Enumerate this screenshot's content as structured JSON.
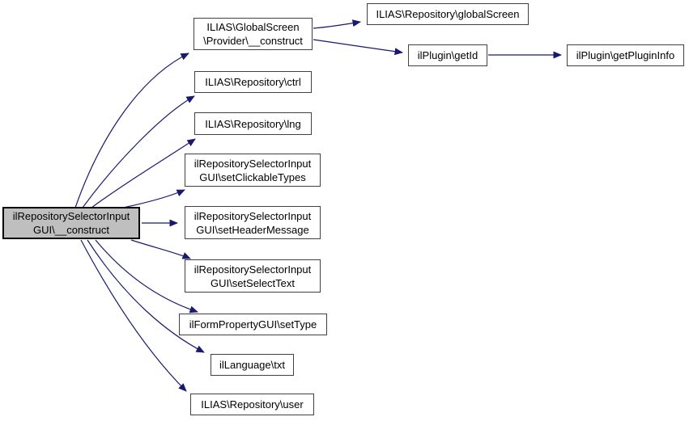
{
  "diagram": {
    "type": "call-graph",
    "background": "#ffffff",
    "colors": {
      "edge": "#191970",
      "node_fill": "#ffffff",
      "node_border": "#404040",
      "focus_node_fill": "#bfbfbf",
      "focus_node_border": "#000000",
      "text": "#000000"
    },
    "nodes": [
      {
        "id": "construct",
        "line1": "ilRepositorySelectorInput",
        "line2": "GUI\\__construct",
        "focus": true
      },
      {
        "id": "provider-construct",
        "line1": "ILIAS\\GlobalScreen",
        "line2": "\\Provider\\__construct"
      },
      {
        "id": "global-screen",
        "line1": "ILIAS\\Repository\\globalScreen"
      },
      {
        "id": "get-id",
        "line1": "ilPlugin\\getId"
      },
      {
        "id": "get-plugin-info",
        "line1": "ilPlugin\\getPluginInfo"
      },
      {
        "id": "ctrl",
        "line1": "ILIAS\\Repository\\ctrl"
      },
      {
        "id": "lng",
        "line1": "ILIAS\\Repository\\lng"
      },
      {
        "id": "set-clickable-types",
        "line1": "ilRepositorySelectorInput",
        "line2": "GUI\\setClickableTypes"
      },
      {
        "id": "set-header-message",
        "line1": "ilRepositorySelectorInput",
        "line2": "GUI\\setHeaderMessage"
      },
      {
        "id": "set-select-text",
        "line1": "ilRepositorySelectorInput",
        "line2": "GUI\\setSelectText"
      },
      {
        "id": "set-type",
        "line1": "ilFormPropertyGUI\\setType"
      },
      {
        "id": "txt",
        "line1": "ilLanguage\\txt"
      },
      {
        "id": "user",
        "line1": "ILIAS\\Repository\\user"
      }
    ],
    "edges": [
      {
        "from": "construct",
        "to": "provider-construct"
      },
      {
        "from": "construct",
        "to": "ctrl"
      },
      {
        "from": "construct",
        "to": "lng"
      },
      {
        "from": "construct",
        "to": "set-clickable-types"
      },
      {
        "from": "construct",
        "to": "set-header-message"
      },
      {
        "from": "construct",
        "to": "set-select-text"
      },
      {
        "from": "construct",
        "to": "set-type"
      },
      {
        "from": "construct",
        "to": "txt"
      },
      {
        "from": "construct",
        "to": "user"
      },
      {
        "from": "provider-construct",
        "to": "global-screen"
      },
      {
        "from": "provider-construct",
        "to": "get-id"
      },
      {
        "from": "get-id",
        "to": "get-plugin-info"
      }
    ]
  }
}
